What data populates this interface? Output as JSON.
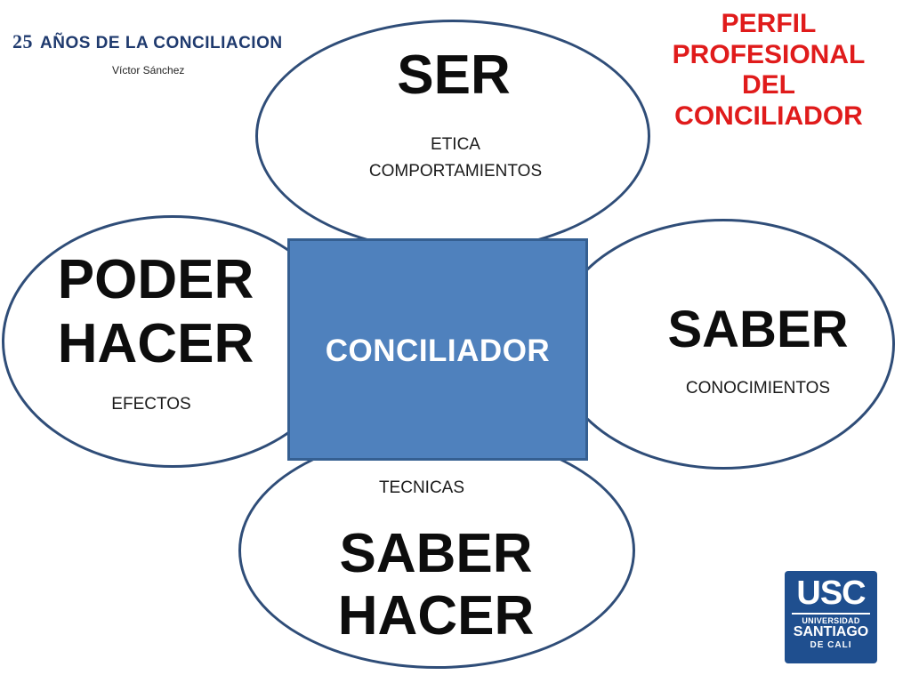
{
  "header": {
    "number": "25",
    "title": "AÑOS DE LA CONCILIACION",
    "author": "Víctor Sánchez"
  },
  "perfil": {
    "line1": "PERFIL",
    "line2": "PROFESIONAL",
    "line3": "DEL",
    "line4": "CONCILIADOR"
  },
  "center": {
    "label": "CONCILIADOR"
  },
  "petals": {
    "ser": {
      "title": "SER",
      "sub1": "ETICA",
      "sub2": "COMPORTAMIENTOS"
    },
    "saber": {
      "title": "SABER",
      "sub": "CONOCIMIENTOS"
    },
    "poder_hacer": {
      "title1": "PODER",
      "title2": "HACER",
      "sub": "EFECTOS"
    },
    "saber_hacer": {
      "title1": "SABER",
      "title2": "HACER",
      "sub": "TECNICAS"
    }
  },
  "logo": {
    "acronym": "USC",
    "line1": "UNIVERSIDAD",
    "line2": "SANTIAGO",
    "line3": "DE CALI"
  },
  "colors": {
    "ellipse_border": "#2f4d78",
    "center_fill": "#4f81bd",
    "title_red": "#e01b1b",
    "header_blue": "#1f3a6e",
    "logo_blue": "#1f4f8f"
  }
}
